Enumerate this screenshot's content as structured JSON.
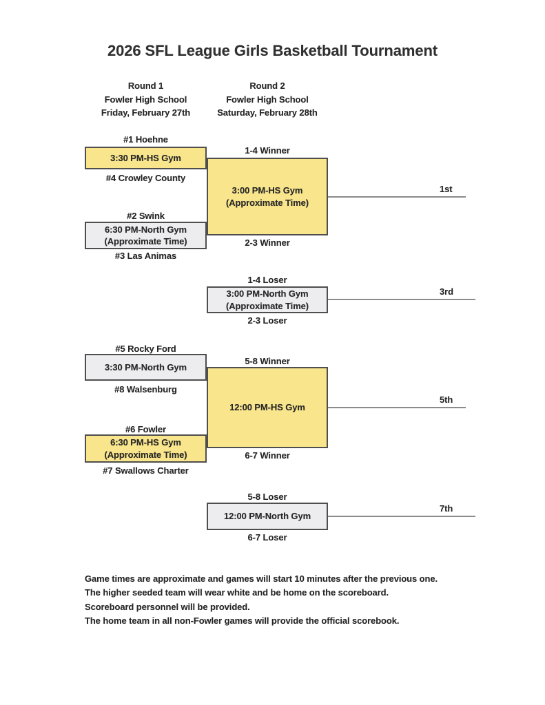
{
  "title": "2026 SFL League Girls Basketball Tournament",
  "columns": [
    {
      "round": "Round 1",
      "venue": "Fowler High School",
      "date": "Friday, February 27th"
    },
    {
      "round": "Round 2",
      "venue": "Fowler High School",
      "date": "Saturday, February 28th"
    }
  ],
  "games": {
    "g14": {
      "top": "#1 Hoehne",
      "line1": "3:30 PM-HS Gym",
      "bottom": "#4 Crowley County"
    },
    "g23": {
      "top": "#2 Swink",
      "line1": "6:30 PM-North Gym",
      "line2": "(Approximate Time)",
      "bottom": "#3 Las Animas"
    },
    "championship": {
      "top": "1-4 Winner",
      "line1": "3:00 PM-HS Gym",
      "line2": "(Approximate Time)",
      "bottom": "2-3 Winner",
      "place": "1st"
    },
    "third": {
      "top": "1-4 Loser",
      "line1": "3:00 PM-North Gym",
      "line2": "(Approximate Time)",
      "bottom": "2-3 Loser",
      "place": "3rd"
    },
    "g58": {
      "top": "#5 Rocky Ford",
      "line1": "3:30 PM-North Gym",
      "bottom": "#8 Walsenburg"
    },
    "g67": {
      "top": "#6 Fowler",
      "line1": "6:30 PM-HS Gym",
      "line2": "(Approximate Time)",
      "bottom": "#7 Swallows Charter"
    },
    "fifth": {
      "top": "5-8 Winner",
      "line1": "12:00 PM-HS Gym",
      "bottom": "6-7 Winner",
      "place": "5th"
    },
    "seventh": {
      "top": "5-8 Loser",
      "line1": "12:00 PM-North Gym",
      "bottom": "6-7 Loser",
      "place": "7th"
    }
  },
  "notes": [
    "Game times are approximate and games will start 10 minutes after the previous one.",
    "The higher seeded team will wear white and be home on the scoreboard.",
    "Scoreboard personnel will be provided.",
    "The home team in all non-Fowler games will provide the official scorebook."
  ],
  "colors": {
    "highlight_yellow": "#F8E58C",
    "highlight_gray": "#EDEDEF",
    "box_border": "#4E4E4E",
    "line_gray": "#8A8A8A",
    "text": "#262626",
    "paper": "#FFFFFF"
  }
}
